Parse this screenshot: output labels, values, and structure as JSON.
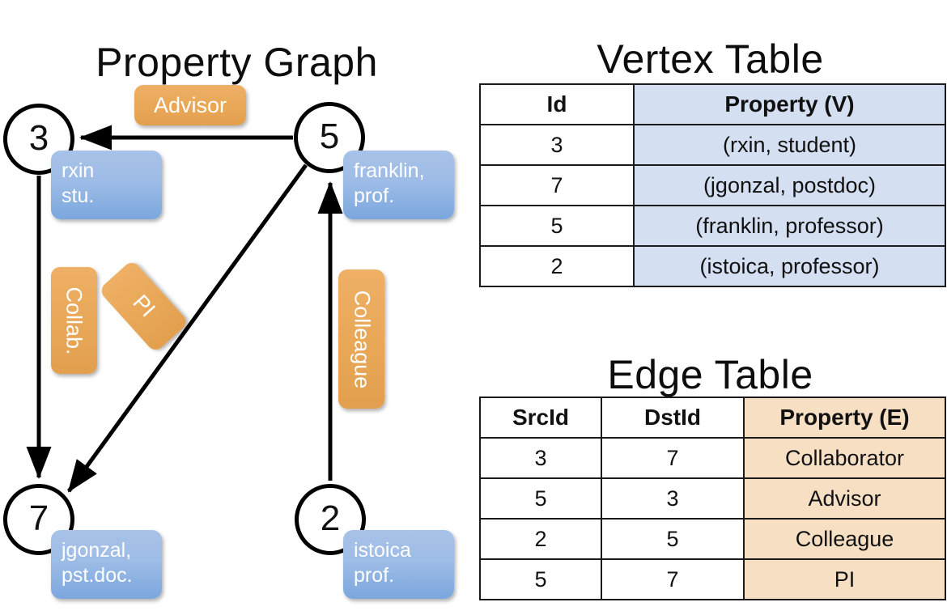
{
  "titles": {
    "property_graph": "Property Graph",
    "vertex_table": "Vertex Table",
    "edge_table": "Edge Table"
  },
  "graph": {
    "nodes": [
      {
        "id": "3",
        "property_line1": "rxin",
        "property_line2": "stu."
      },
      {
        "id": "5",
        "property_line1": "franklin,",
        "property_line2": "prof."
      },
      {
        "id": "7",
        "property_line1": "jgonzal,",
        "property_line2": "pst.doc."
      },
      {
        "id": "2",
        "property_line1": "istoica",
        "property_line2": "prof."
      }
    ],
    "edge_labels": [
      {
        "text": "Advisor",
        "orientation": "horizontal"
      },
      {
        "text": "Collab.",
        "orientation": "vertical"
      },
      {
        "text": "PI",
        "orientation": "diagonal"
      },
      {
        "text": "Colleague",
        "orientation": "vertical"
      }
    ]
  },
  "vertex_table": {
    "columns": [
      "Id",
      "Property (V)"
    ],
    "rows": [
      {
        "id": "3",
        "property": "(rxin, student)"
      },
      {
        "id": "7",
        "property": "(jgonzal, postdoc)"
      },
      {
        "id": "5",
        "property": "(franklin, professor)"
      },
      {
        "id": "2",
        "property": "(istoica, professor)"
      }
    ]
  },
  "edge_table": {
    "columns": [
      "SrcId",
      "DstId",
      "Property (E)"
    ],
    "rows": [
      {
        "src": "3",
        "dst": "7",
        "property": "Collaborator"
      },
      {
        "src": "5",
        "dst": "3",
        "property": "Advisor"
      },
      {
        "src": "2",
        "dst": "5",
        "property": "Colleague"
      },
      {
        "src": "5",
        "dst": "7",
        "property": "PI"
      }
    ]
  },
  "colors": {
    "vertex_property_fill": "#d4dff1",
    "edge_property_fill": "#f7dfc4",
    "node_property_bubble": "#9dbce6",
    "edge_label_chip": "#e9a858",
    "stroke": "#000000"
  }
}
